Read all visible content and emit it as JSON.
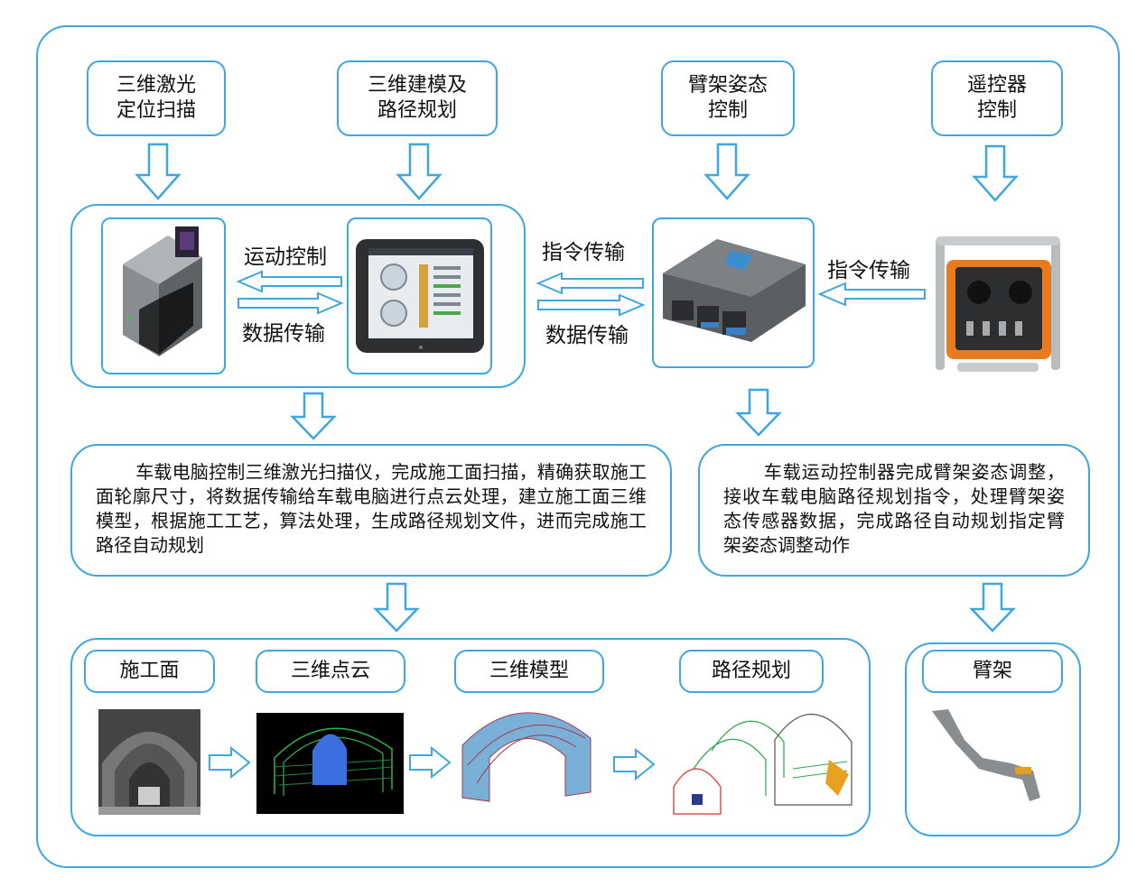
{
  "top_boxes": {
    "laser": [
      "三维激光",
      "定位扫描"
    ],
    "modeling": [
      "三维建模及",
      "路径规划"
    ],
    "arm_attitude": [
      "臂架姿态",
      "控制"
    ],
    "remote": [
      "遥控器",
      "控制"
    ]
  },
  "arrows": {
    "motion_control": "运动控制",
    "data_transfer_left": "数据传输",
    "cmd_transfer_mid": "指令传输",
    "data_transfer_mid": "数据传输",
    "cmd_transfer_right": "指令传输"
  },
  "descriptions": {
    "left": "车载电脑控制三维激光扫描仪，完成施工面扫描，精确获取施工面轮廓尺寸，将数据传输给车载电脑进行点云处理，建立施工面三维模型，根据施工工艺，算法处理，生成路径规划文件，进而完成施工路径自动规划",
    "right": "车载运动控制器完成臂架姿态调整，接收车载电脑路径规划指令，处理臂架姿态传感器数据，完成路径自动规划指定臂架姿态调整动作"
  },
  "bottom": {
    "stage1": "施工面",
    "stage2": "三维点云",
    "stage3": "三维模型",
    "stage4": "路径规划",
    "arm": "臂架"
  },
  "colors": {
    "border": "#3ea6e0",
    "arrow": "#3ea6e0"
  }
}
